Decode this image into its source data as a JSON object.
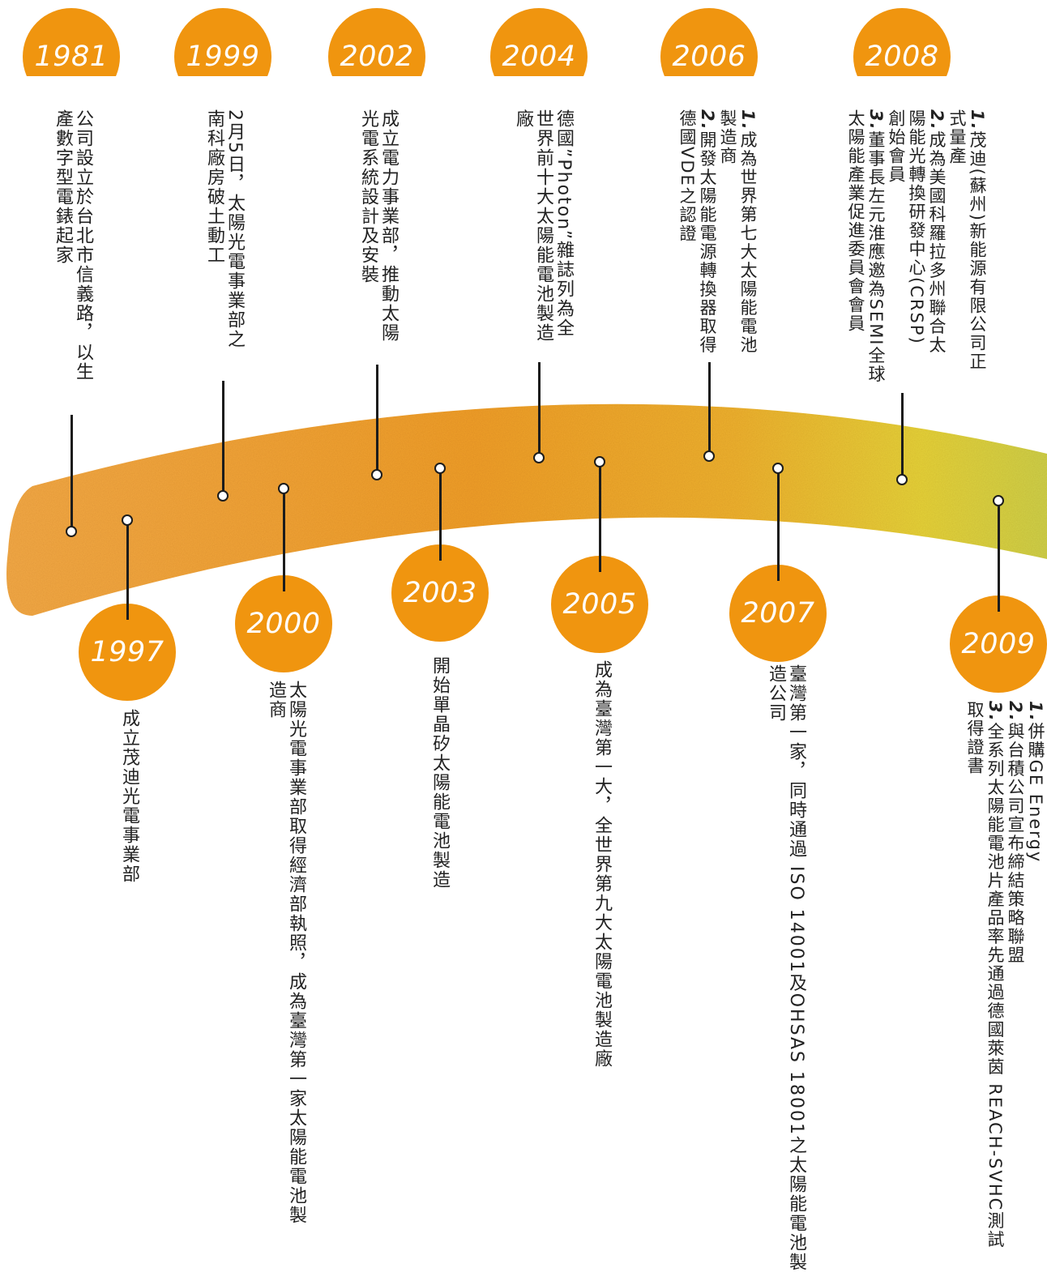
{
  "colors": {
    "circle": "#f0950f",
    "band_start": "#f2a43a",
    "band_mid": "#f0a12c",
    "band_end": "#e9d63a",
    "stroke": "#1c1c1c"
  },
  "events": [
    {
      "year": "1981",
      "lines": [
        "公司設立於台北市信義路，以生",
        "產數字型電錶起家"
      ]
    },
    {
      "year": "1997",
      "lines": [
        "成立茂迪光電事業部"
      ]
    },
    {
      "year": "1999",
      "lines": [
        "2月5日，太陽光電事業部之",
        "南科廠房破土動工"
      ]
    },
    {
      "year": "2000",
      "lines": [
        "太陽光電事業部取得經濟部執照，成為臺灣第一家太陽能電池製",
        "造商"
      ]
    },
    {
      "year": "2002",
      "lines": [
        "成立電力事業部，推動太陽",
        "光電系統設計及安裝"
      ]
    },
    {
      "year": "2003",
      "lines": [
        "開始單晶矽太陽能電池製造"
      ]
    },
    {
      "year": "2004",
      "lines": [
        "德國”Photon”雜誌列為全",
        "世界前十大太陽能電池製造",
        "廠"
      ]
    },
    {
      "year": "2005",
      "lines": [
        "成為臺灣第一大，全世界第九大太陽電池製造廠"
      ]
    },
    {
      "year": "2006",
      "items": [
        {
          "num": "1.",
          "lines": [
            "成為世界第七大太陽能電池",
            "製造商"
          ]
        },
        {
          "num": "2.",
          "lines": [
            "開發太陽能電源轉換器取得",
            "德國VDE之認證"
          ]
        }
      ]
    },
    {
      "year": "2007",
      "lines": [
        "臺灣第一家，同時通過 ISO 14001及OHSAS 18001之太陽能電池製",
        "造公司"
      ]
    },
    {
      "year": "2008",
      "items": [
        {
          "num": "1.",
          "lines": [
            "茂迪(蘇州)新能源有限公司正",
            "式量產"
          ]
        },
        {
          "num": "2.",
          "lines": [
            "成為美國科羅拉多州聯合太",
            "陽能光轉換研發中心(CRSP)",
            "創始會員"
          ]
        },
        {
          "num": "3.",
          "lines": [
            "董事長左元淮應邀為SEMI全球",
            "太陽能產業促進委員會會員"
          ]
        }
      ]
    },
    {
      "year": "2009",
      "items": [
        {
          "num": "1.",
          "lines": [
            "併購GE Energy"
          ]
        },
        {
          "num": "2.",
          "lines": [
            "與台積公司宣布締結策略聯盟"
          ]
        },
        {
          "num": "3.",
          "lines": [
            "全系列太陽能電池片產品率先通過德國萊茵 REACH-SVHC測試",
            "取得證書"
          ]
        }
      ]
    }
  ]
}
